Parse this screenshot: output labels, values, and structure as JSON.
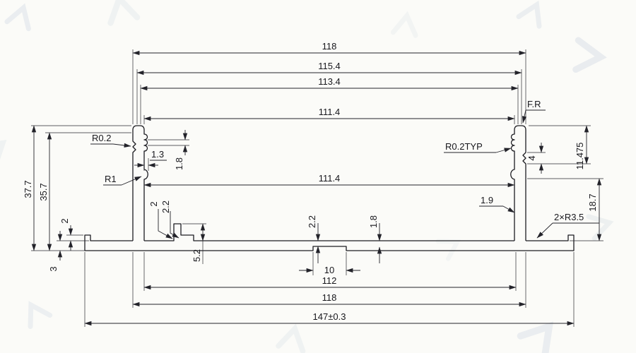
{
  "colors": {
    "ink": "#1d1d22",
    "paper": "#fbfbf8",
    "watermark": "#8ea3c0"
  },
  "dims": {
    "top": {
      "overall": "118",
      "w2": "115.4",
      "w3": "113.4",
      "inner": "111.4"
    },
    "mid": {
      "inner": "111.4"
    },
    "left": {
      "r02": "R0.2",
      "t13": "1.3",
      "t18": "1.8",
      "r1": "R1",
      "h377": "37.7",
      "h357": "35.7",
      "lip2": "2",
      "thk3": "3",
      "rib2": "2",
      "rib22": "2.2",
      "rib52": "5.2"
    },
    "right": {
      "fr": "F.R",
      "r02typ": "R0.2TYP",
      "n4": "4",
      "h11475": "11.475",
      "h187": "18.7",
      "t19": "1.9",
      "r35": "2×R3.5"
    },
    "bottom": {
      "t22": "2.2",
      "t18": "1.8",
      "g10": "10",
      "w112": "112",
      "w118": "118",
      "overall": "147±0.3"
    }
  }
}
